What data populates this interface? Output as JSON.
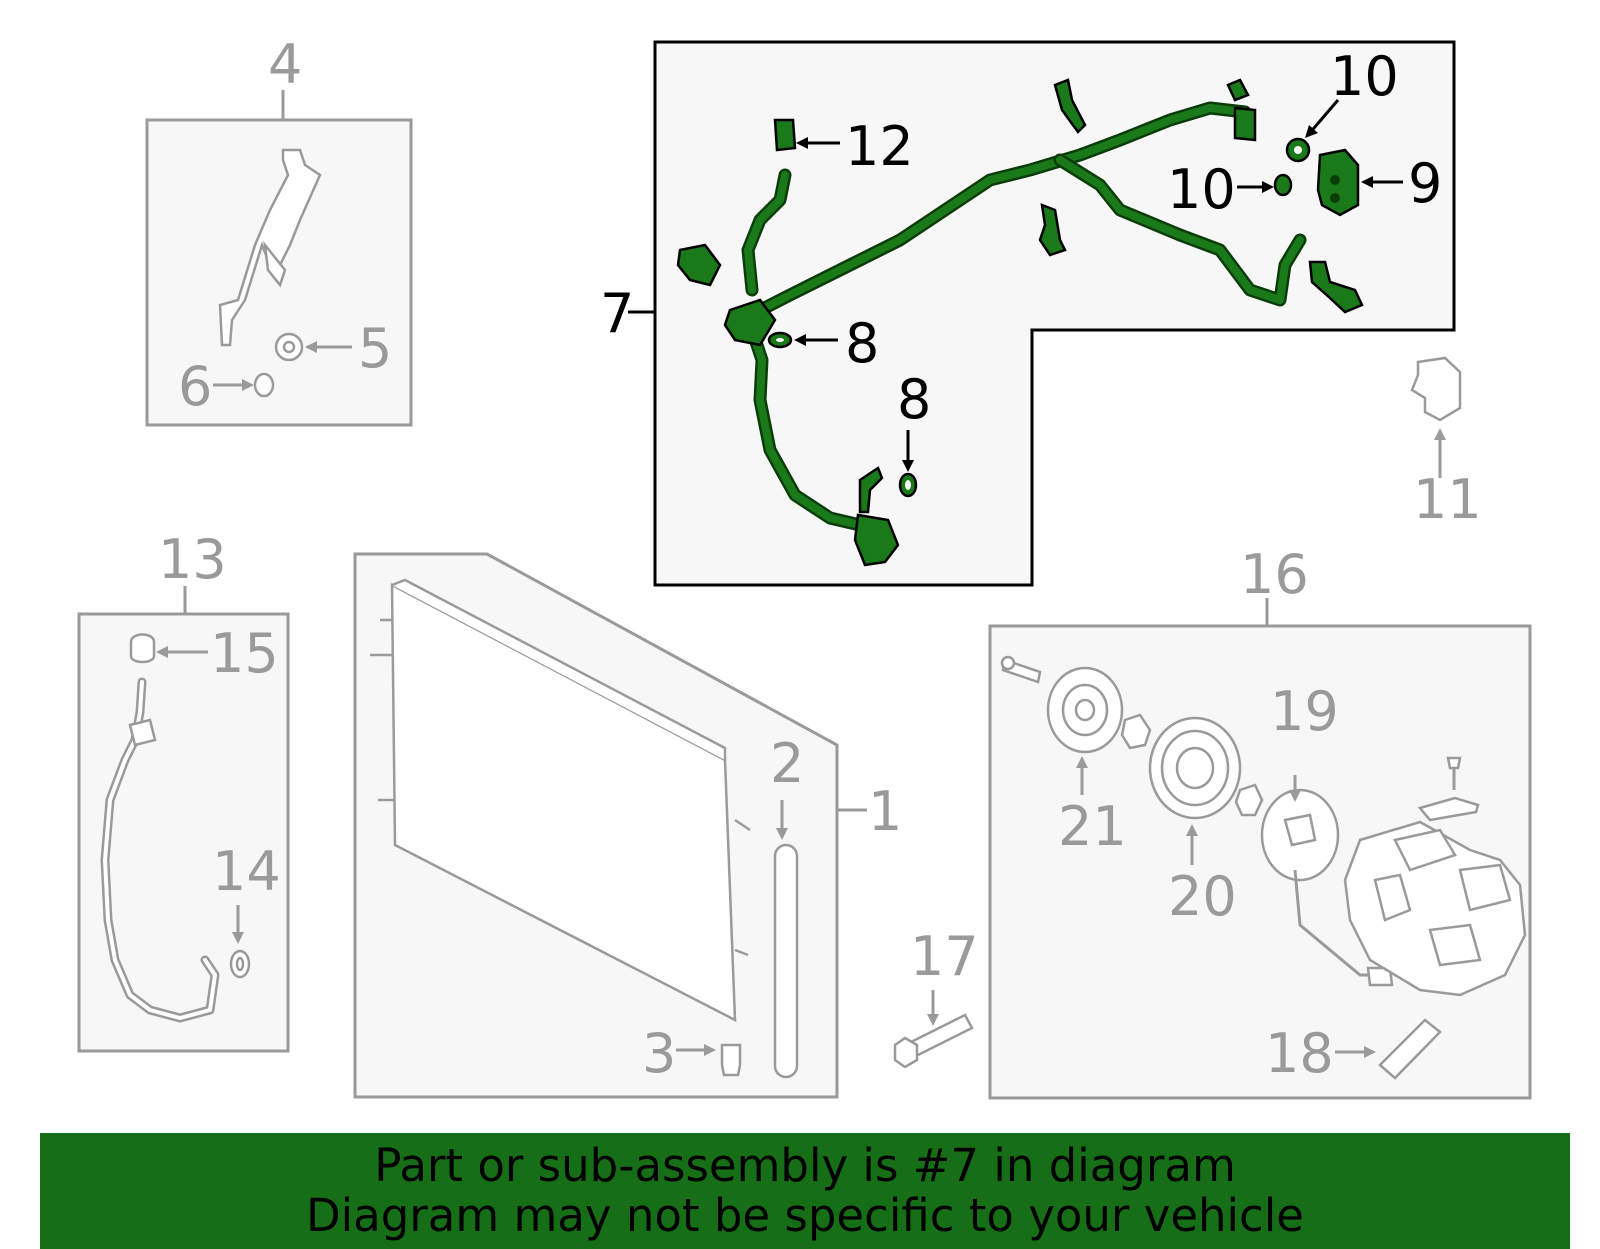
{
  "labels": {
    "p1": "1",
    "p2": "2",
    "p3": "3",
    "p4": "4",
    "p5": "5",
    "p6": "6",
    "p7": "7",
    "p8a": "8",
    "p8b": "8",
    "p9": "9",
    "p10a": "10",
    "p10b": "10",
    "p11": "11",
    "p12": "12",
    "p13": "13",
    "p14": "14",
    "p15": "15",
    "p16": "16",
    "p17": "17",
    "p18": "18",
    "p19": "19",
    "p20": "20",
    "p21": "21"
  },
  "colors": {
    "highlight": "#1a7a1a",
    "banner": "#166e16",
    "gray": "#9a9a9a"
  },
  "banner": {
    "line1": "Part or sub-assembly is #7 in diagram",
    "line2": "Diagram may not be specific to your vehicle"
  }
}
